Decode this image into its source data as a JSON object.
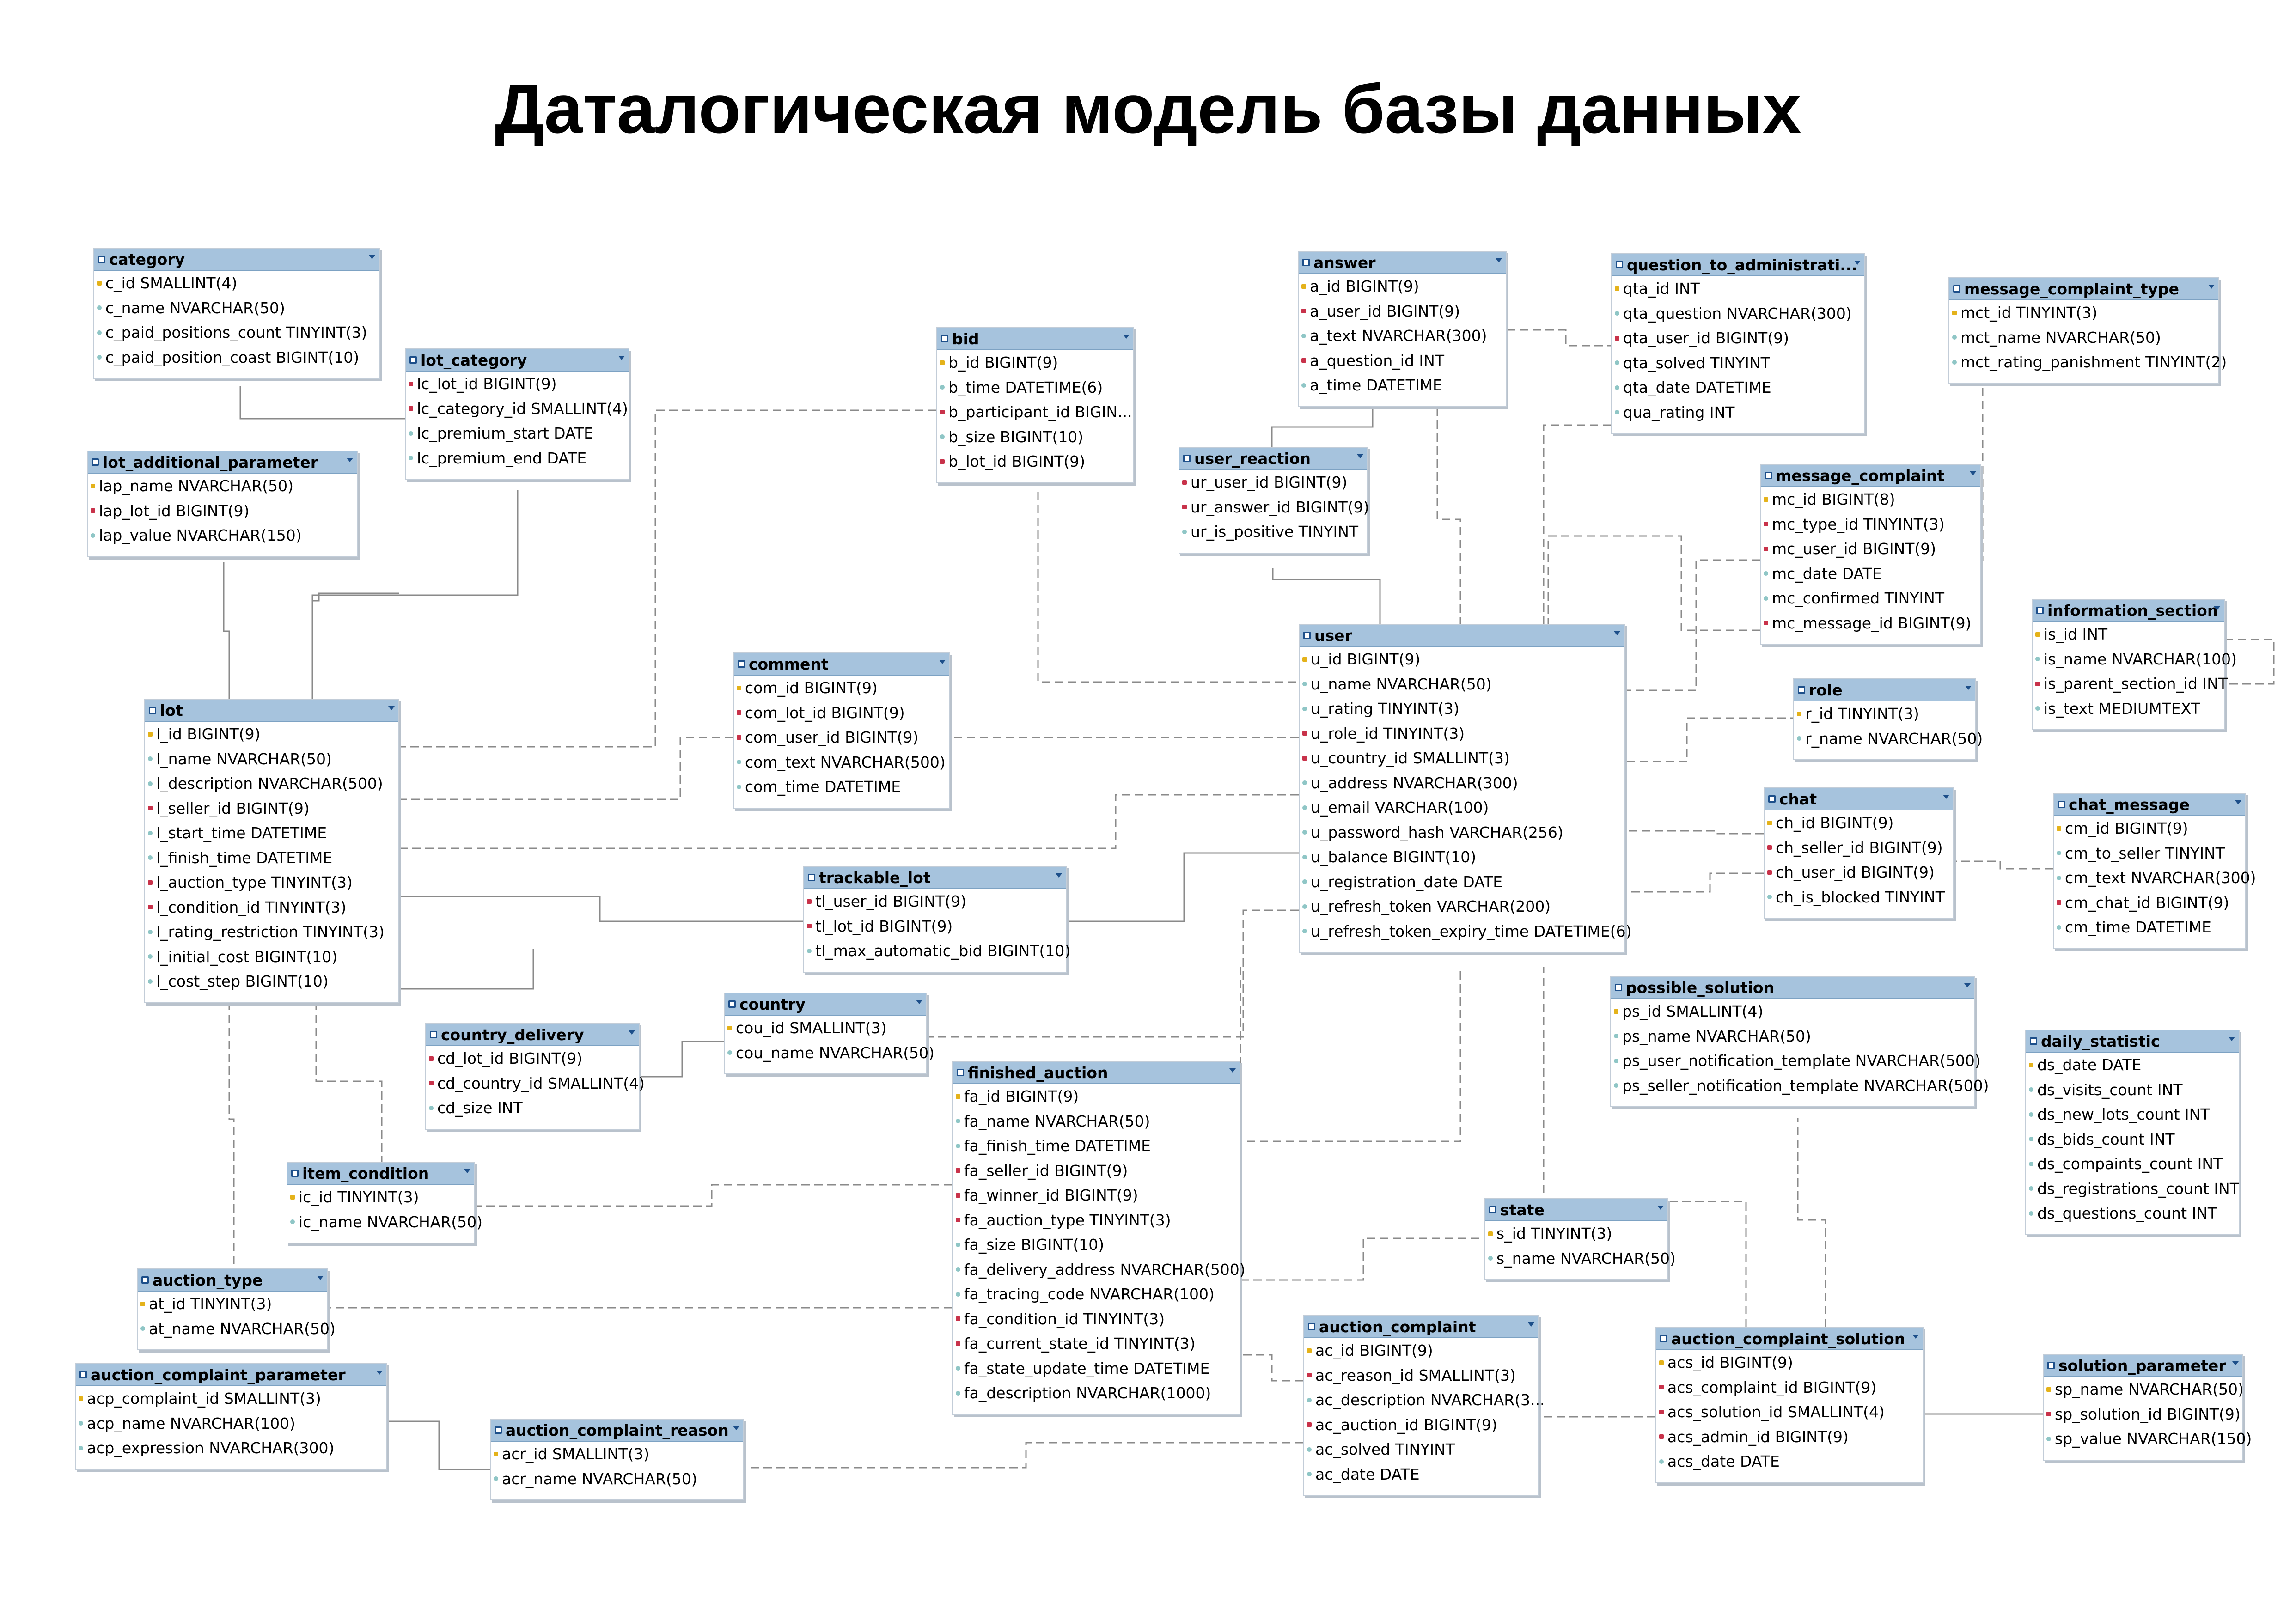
{
  "title": "Даталогическая модель базы данных",
  "colors": {
    "header": "#a6c3dd",
    "border": "#c3cdd8",
    "connector": "#8a8a8a",
    "primary_key": "#e4b21a",
    "foreign_key": "#c8324a"
  },
  "tables": [
    {
      "name": "category",
      "columns": [
        {
          "k": "pk",
          "t": "c_id SMALLINT(4)"
        },
        {
          "k": "none",
          "t": "c_name NVARCHAR(50)"
        },
        {
          "k": "none",
          "t": "c_paid_positions_count TINYINT(3)"
        },
        {
          "k": "none",
          "t": "c_paid_position_coast BIGINT(10)"
        }
      ]
    },
    {
      "name": "lot_category",
      "columns": [
        {
          "k": "fk",
          "t": "lc_lot_id BIGINT(9)"
        },
        {
          "k": "fk",
          "t": "lc_category_id SMALLINT(4)"
        },
        {
          "k": "none",
          "t": "lc_premium_start DATE"
        },
        {
          "k": "none",
          "t": "lc_premium_end DATE"
        }
      ]
    },
    {
      "name": "lot_additional_parameter",
      "columns": [
        {
          "k": "pk",
          "t": "lap_name NVARCHAR(50)"
        },
        {
          "k": "fk",
          "t": "lap_lot_id BIGINT(9)"
        },
        {
          "k": "none",
          "t": "lap_value NVARCHAR(150)"
        }
      ]
    },
    {
      "name": "lot",
      "columns": [
        {
          "k": "pk",
          "t": "l_id BIGINT(9)"
        },
        {
          "k": "none",
          "t": "l_name NVARCHAR(50)"
        },
        {
          "k": "none",
          "t": "l_description NVARCHAR(500)"
        },
        {
          "k": "fk",
          "t": "l_seller_id BIGINT(9)"
        },
        {
          "k": "none",
          "t": "l_start_time DATETIME"
        },
        {
          "k": "none",
          "t": "l_finish_time DATETIME"
        },
        {
          "k": "fk",
          "t": "l_auction_type TINYINT(3)"
        },
        {
          "k": "fk",
          "t": "l_condition_id TINYINT(3)"
        },
        {
          "k": "none",
          "t": "l_rating_restriction TINYINT(3)"
        },
        {
          "k": "none",
          "t": "l_initial_cost BIGINT(10)"
        },
        {
          "k": "none",
          "t": "l_cost_step BIGINT(10)"
        }
      ]
    },
    {
      "name": "bid",
      "columns": [
        {
          "k": "pk",
          "t": "b_id BIGINT(9)"
        },
        {
          "k": "none",
          "t": "b_time DATETIME(6)"
        },
        {
          "k": "fk",
          "t": "b_participant_id BIGIN..."
        },
        {
          "k": "none",
          "t": "b_size BIGINT(10)"
        },
        {
          "k": "fk",
          "t": "b_lot_id BIGINT(9)"
        }
      ]
    },
    {
      "name": "answer",
      "columns": [
        {
          "k": "pk",
          "t": "a_id BIGINT(9)"
        },
        {
          "k": "fk",
          "t": "a_user_id BIGINT(9)"
        },
        {
          "k": "none",
          "t": "a_text NVARCHAR(300)"
        },
        {
          "k": "fk",
          "t": "a_question_id INT"
        },
        {
          "k": "none",
          "t": "a_time DATETIME"
        }
      ]
    },
    {
      "name": "question_to_administrati...",
      "columns": [
        {
          "k": "pk",
          "t": "qta_id INT"
        },
        {
          "k": "none",
          "t": "qta_question NVARCHAR(300)"
        },
        {
          "k": "fk",
          "t": "qta_user_id BIGINT(9)"
        },
        {
          "k": "none",
          "t": "qta_solved TINYINT"
        },
        {
          "k": "none",
          "t": "qta_date DATETIME"
        },
        {
          "k": "none",
          "t": "qua_rating INT"
        }
      ]
    },
    {
      "name": "message_complaint_type",
      "columns": [
        {
          "k": "pk",
          "t": "mct_id TINYINT(3)"
        },
        {
          "k": "none",
          "t": "mct_name NVARCHAR(50)"
        },
        {
          "k": "none",
          "t": "mct_rating_panishment TINYINT(2)"
        }
      ]
    },
    {
      "name": "user_reaction",
      "columns": [
        {
          "k": "fk",
          "t": "ur_user_id BIGINT(9)"
        },
        {
          "k": "fk",
          "t": "ur_answer_id BIGINT(9)"
        },
        {
          "k": "none",
          "t": "ur_is_positive TINYINT"
        }
      ]
    },
    {
      "name": "message_complaint",
      "columns": [
        {
          "k": "pk",
          "t": "mc_id BIGINT(8)"
        },
        {
          "k": "fk",
          "t": "mc_type_id TINYINT(3)"
        },
        {
          "k": "fk",
          "t": "mc_user_id BIGINT(9)"
        },
        {
          "k": "none",
          "t": "mc_date DATE"
        },
        {
          "k": "none",
          "t": "mc_confirmed TINYINT"
        },
        {
          "k": "fk",
          "t": "mc_message_id BIGINT(9)"
        }
      ]
    },
    {
      "name": "information_section",
      "columns": [
        {
          "k": "pk",
          "t": "is_id INT"
        },
        {
          "k": "none",
          "t": "is_name NVARCHAR(100)"
        },
        {
          "k": "fk",
          "t": "is_parent_section_id INT"
        },
        {
          "k": "none",
          "t": "is_text MEDIUMTEXT"
        }
      ]
    },
    {
      "name": "user",
      "columns": [
        {
          "k": "pk",
          "t": "u_id BIGINT(9)"
        },
        {
          "k": "none",
          "t": "u_name NVARCHAR(50)"
        },
        {
          "k": "none",
          "t": "u_rating TINYINT(3)"
        },
        {
          "k": "fk",
          "t": "u_role_id TINYINT(3)"
        },
        {
          "k": "fk",
          "t": "u_country_id SMALLINT(3)"
        },
        {
          "k": "none",
          "t": "u_address NVARCHAR(300)"
        },
        {
          "k": "none",
          "t": "u_email VARCHAR(100)"
        },
        {
          "k": "none",
          "t": "u_password_hash VARCHAR(256)"
        },
        {
          "k": "none",
          "t": "u_balance BIGINT(10)"
        },
        {
          "k": "none",
          "t": "u_registration_date DATE"
        },
        {
          "k": "none",
          "t": "u_refresh_token VARCHAR(200)"
        },
        {
          "k": "none",
          "t": "u_refresh_token_expiry_time DATETIME(6)"
        }
      ]
    },
    {
      "name": "role",
      "columns": [
        {
          "k": "pk",
          "t": "r_id TINYINT(3)"
        },
        {
          "k": "none",
          "t": "r_name NVARCHAR(50)"
        }
      ]
    },
    {
      "name": "comment",
      "columns": [
        {
          "k": "pk",
          "t": "com_id BIGINT(9)"
        },
        {
          "k": "fk",
          "t": "com_lot_id BIGINT(9)"
        },
        {
          "k": "fk",
          "t": "com_user_id BIGINT(9)"
        },
        {
          "k": "none",
          "t": "com_text NVARCHAR(500)"
        },
        {
          "k": "none",
          "t": "com_time DATETIME"
        }
      ]
    },
    {
      "name": "chat",
      "columns": [
        {
          "k": "pk",
          "t": "ch_id BIGINT(9)"
        },
        {
          "k": "fk",
          "t": "ch_seller_id BIGINT(9)"
        },
        {
          "k": "fk",
          "t": "ch_user_id BIGINT(9)"
        },
        {
          "k": "none",
          "t": "ch_is_blocked TINYINT"
        }
      ]
    },
    {
      "name": "chat_message",
      "columns": [
        {
          "k": "pk",
          "t": "cm_id BIGINT(9)"
        },
        {
          "k": "none",
          "t": "cm_to_seller TINYINT"
        },
        {
          "k": "none",
          "t": "cm_text NVARCHAR(300)"
        },
        {
          "k": "fk",
          "t": "cm_chat_id BIGINT(9)"
        },
        {
          "k": "none",
          "t": "cm_time DATETIME"
        }
      ]
    },
    {
      "name": "trackable_lot",
      "columns": [
        {
          "k": "fk",
          "t": "tl_user_id BIGINT(9)"
        },
        {
          "k": "fk",
          "t": "tl_lot_id BIGINT(9)"
        },
        {
          "k": "none",
          "t": "tl_max_automatic_bid BIGINT(10)"
        }
      ]
    },
    {
      "name": "country",
      "columns": [
        {
          "k": "pk",
          "t": "cou_id SMALLINT(3)"
        },
        {
          "k": "none",
          "t": "cou_name NVARCHAR(50)"
        }
      ]
    },
    {
      "name": "country_delivery",
      "columns": [
        {
          "k": "fk",
          "t": "cd_lot_id BIGINT(9)"
        },
        {
          "k": "fk",
          "t": "cd_country_id SMALLINT(4)"
        },
        {
          "k": "none",
          "t": "cd_size INT"
        }
      ]
    },
    {
      "name": "possible_solution",
      "columns": [
        {
          "k": "pk",
          "t": "ps_id SMALLINT(4)"
        },
        {
          "k": "none",
          "t": "ps_name NVARCHAR(50)"
        },
        {
          "k": "none",
          "t": "ps_user_notification_template NVARCHAR(500)"
        },
        {
          "k": "none",
          "t": "ps_seller_notification_template NVARCHAR(500)"
        }
      ]
    },
    {
      "name": "daily_statistic",
      "columns": [
        {
          "k": "pk",
          "t": "ds_date DATE"
        },
        {
          "k": "none",
          "t": "ds_visits_count INT"
        },
        {
          "k": "none",
          "t": "ds_new_lots_count INT"
        },
        {
          "k": "none",
          "t": "ds_bids_count INT"
        },
        {
          "k": "none",
          "t": "ds_compaints_count INT"
        },
        {
          "k": "none",
          "t": "ds_registrations_count INT"
        },
        {
          "k": "none",
          "t": "ds_questions_count INT"
        }
      ]
    },
    {
      "name": "finished_auction",
      "columns": [
        {
          "k": "pk",
          "t": "fa_id BIGINT(9)"
        },
        {
          "k": "none",
          "t": "fa_name NVARCHAR(50)"
        },
        {
          "k": "none",
          "t": "fa_finish_time DATETIME"
        },
        {
          "k": "fk",
          "t": "fa_seller_id BIGINT(9)"
        },
        {
          "k": "fk",
          "t": "fa_winner_id BIGINT(9)"
        },
        {
          "k": "fk",
          "t": "fa_auction_type TINYINT(3)"
        },
        {
          "k": "none",
          "t": "fa_size BIGINT(10)"
        },
        {
          "k": "none",
          "t": "fa_delivery_address NVARCHAR(500)"
        },
        {
          "k": "none",
          "t": "fa_tracing_code NVARCHAR(100)"
        },
        {
          "k": "fk",
          "t": "fa_condition_id TINYINT(3)"
        },
        {
          "k": "fk",
          "t": "fa_current_state_id TINYINT(3)"
        },
        {
          "k": "none",
          "t": "fa_state_update_time DATETIME"
        },
        {
          "k": "none",
          "t": "fa_description NVARCHAR(1000)"
        }
      ]
    },
    {
      "name": "item_condition",
      "columns": [
        {
          "k": "pk",
          "t": "ic_id TINYINT(3)"
        },
        {
          "k": "none",
          "t": "ic_name NVARCHAR(50)"
        }
      ]
    },
    {
      "name": "state",
      "columns": [
        {
          "k": "pk",
          "t": "s_id TINYINT(3)"
        },
        {
          "k": "none",
          "t": "s_name NVARCHAR(50)"
        }
      ]
    },
    {
      "name": "auction_type",
      "columns": [
        {
          "k": "pk",
          "t": "at_id TINYINT(3)"
        },
        {
          "k": "none",
          "t": "at_name NVARCHAR(50)"
        }
      ]
    },
    {
      "name": "auction_complaint",
      "columns": [
        {
          "k": "pk",
          "t": "ac_id BIGINT(9)"
        },
        {
          "k": "fk",
          "t": "ac_reason_id SMALLINT(3)"
        },
        {
          "k": "none",
          "t": "ac_description NVARCHAR(3..."
        },
        {
          "k": "fk",
          "t": "ac_auction_id BIGINT(9)"
        },
        {
          "k": "none",
          "t": "ac_solved TINYINT"
        },
        {
          "k": "none",
          "t": "ac_date DATE"
        }
      ]
    },
    {
      "name": "auction_complaint_solution",
      "columns": [
        {
          "k": "pk",
          "t": "acs_id BIGINT(9)"
        },
        {
          "k": "fk",
          "t": "acs_complaint_id BIGINT(9)"
        },
        {
          "k": "fk",
          "t": "acs_solution_id SMALLINT(4)"
        },
        {
          "k": "fk",
          "t": "acs_admin_id BIGINT(9)"
        },
        {
          "k": "none",
          "t": "acs_date DATE"
        }
      ]
    },
    {
      "name": "auction_complaint_parameter",
      "columns": [
        {
          "k": "pk",
          "t": "acp_complaint_id SMALLINT(3)"
        },
        {
          "k": "none",
          "t": "acp_name NVARCHAR(100)"
        },
        {
          "k": "none",
          "t": "acp_expression NVARCHAR(300)"
        }
      ]
    },
    {
      "name": "auction_complaint_reason",
      "columns": [
        {
          "k": "pk",
          "t": "acr_id SMALLINT(3)"
        },
        {
          "k": "none",
          "t": "acr_name NVARCHAR(50)"
        }
      ]
    },
    {
      "name": "solution_parameter",
      "columns": [
        {
          "k": "pk",
          "t": "sp_name NVARCHAR(50)"
        },
        {
          "k": "fk",
          "t": "sp_solution_id BIGINT(9)"
        },
        {
          "k": "none",
          "t": "sp_value NVARCHAR(150)"
        }
      ]
    }
  ],
  "relationships": [
    {
      "from": "lot_category",
      "to": "category",
      "style": "solid"
    },
    {
      "from": "lot_category",
      "to": "lot",
      "style": "solid"
    },
    {
      "from": "lot_additional_parameter",
      "to": "lot",
      "style": "solid"
    },
    {
      "from": "bid",
      "to": "lot",
      "style": "dashed"
    },
    {
      "from": "bid",
      "to": "user",
      "style": "dashed"
    },
    {
      "from": "comment",
      "to": "lot",
      "style": "dashed"
    },
    {
      "from": "comment",
      "to": "user",
      "style": "dashed"
    },
    {
      "from": "lot",
      "to": "user",
      "style": "dashed"
    },
    {
      "from": "trackable_lot",
      "to": "lot",
      "style": "solid"
    },
    {
      "from": "trackable_lot",
      "to": "user",
      "style": "solid"
    },
    {
      "from": "country_delivery",
      "to": "lot",
      "style": "solid"
    },
    {
      "from": "country_delivery",
      "to": "country",
      "style": "solid"
    },
    {
      "from": "user",
      "to": "country",
      "style": "dashed"
    },
    {
      "from": "lot",
      "to": "item_condition",
      "style": "dashed"
    },
    {
      "from": "lot",
      "to": "auction_type",
      "style": "dashed"
    },
    {
      "from": "finished_auction",
      "to": "item_condition",
      "style": "dashed"
    },
    {
      "from": "finished_auction",
      "to": "auction_type",
      "style": "dashed"
    },
    {
      "from": "finished_auction",
      "to": "user",
      "style": "dashed"
    },
    {
      "from": "finished_auction",
      "to": "state",
      "style": "dashed"
    },
    {
      "from": "auction_complaint",
      "to": "finished_auction",
      "style": "dashed"
    },
    {
      "from": "auction_complaint",
      "to": "auction_complaint_reason",
      "style": "dashed"
    },
    {
      "from": "auction_complaint_parameter",
      "to": "auction_complaint_reason",
      "style": "solid"
    },
    {
      "from": "auction_complaint_solution",
      "to": "auction_complaint",
      "style": "dashed"
    },
    {
      "from": "auction_complaint_solution",
      "to": "possible_solution",
      "style": "dashed"
    },
    {
      "from": "auction_complaint_solution",
      "to": "user",
      "style": "dashed"
    },
    {
      "from": "solution_parameter",
      "to": "auction_complaint_solution",
      "style": "solid"
    },
    {
      "from": "answer",
      "to": "user",
      "style": "dashed"
    },
    {
      "from": "answer",
      "to": "question_to_administrati...",
      "style": "dashed"
    },
    {
      "from": "question_to_administrati...",
      "to": "user",
      "style": "dashed"
    },
    {
      "from": "user_reaction",
      "to": "answer",
      "style": "solid"
    },
    {
      "from": "user_reaction",
      "to": "user",
      "style": "solid"
    },
    {
      "from": "message_complaint",
      "to": "message_complaint_type",
      "style": "dashed"
    },
    {
      "from": "message_complaint",
      "to": "user",
      "style": "dashed"
    },
    {
      "from": "message_complaint",
      "to": "chat_message",
      "style": "dashed"
    },
    {
      "from": "user",
      "to": "role",
      "style": "dashed"
    },
    {
      "from": "chat",
      "to": "user",
      "style": "dashed"
    },
    {
      "from": "chat_message",
      "to": "chat",
      "style": "dashed"
    },
    {
      "from": "information_section",
      "to": "information_section",
      "style": "dashed"
    }
  ]
}
